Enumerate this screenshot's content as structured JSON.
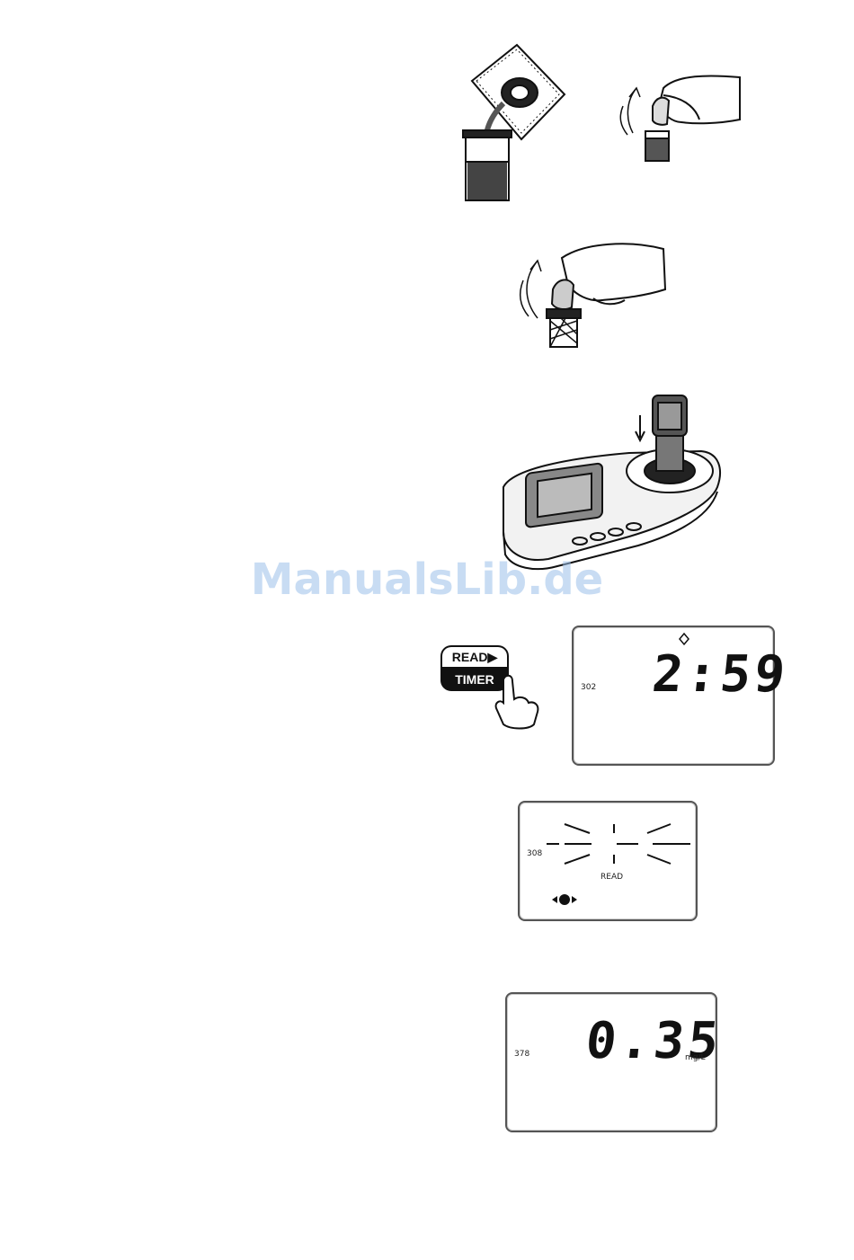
{
  "watermark": "ManualsLib.de",
  "buttons": {
    "read": "READ▶",
    "timer": "TIMER"
  },
  "display_timer": {
    "code": "302",
    "value": "2:59"
  },
  "display_reading": {
    "code": "308",
    "status": "READ"
  },
  "display_result": {
    "code": "378",
    "value": "0.35",
    "unit": "mg/L"
  }
}
